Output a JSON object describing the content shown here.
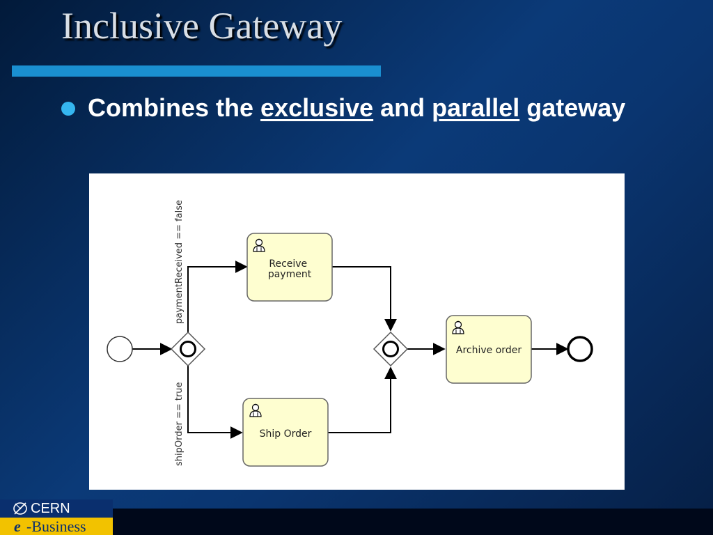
{
  "slide": {
    "title": "Inclusive Gateway",
    "bullet": {
      "prefix": "Combines the ",
      "term1": "exclusive",
      "middle": " and ",
      "term2": "parallel",
      "suffix": " gateway"
    }
  },
  "diagram": {
    "tasks": {
      "receive_payment": [
        "Receive",
        "payment"
      ],
      "ship_order": "Ship Order",
      "archive_order": "Archive order"
    },
    "conditions": {
      "top": "paymentReceived == false",
      "bottom": "shipOrder == true"
    }
  },
  "footer": {
    "org": "CERN",
    "e_letter": "e",
    "business": "-Business"
  },
  "colors": {
    "accent_bar": "#1a8fd0",
    "bullet_dot": "#35b6f0",
    "task_fill": "#fefed0",
    "logo_blue": "#0a2f6e",
    "logo_yellow": "#f2c200"
  }
}
